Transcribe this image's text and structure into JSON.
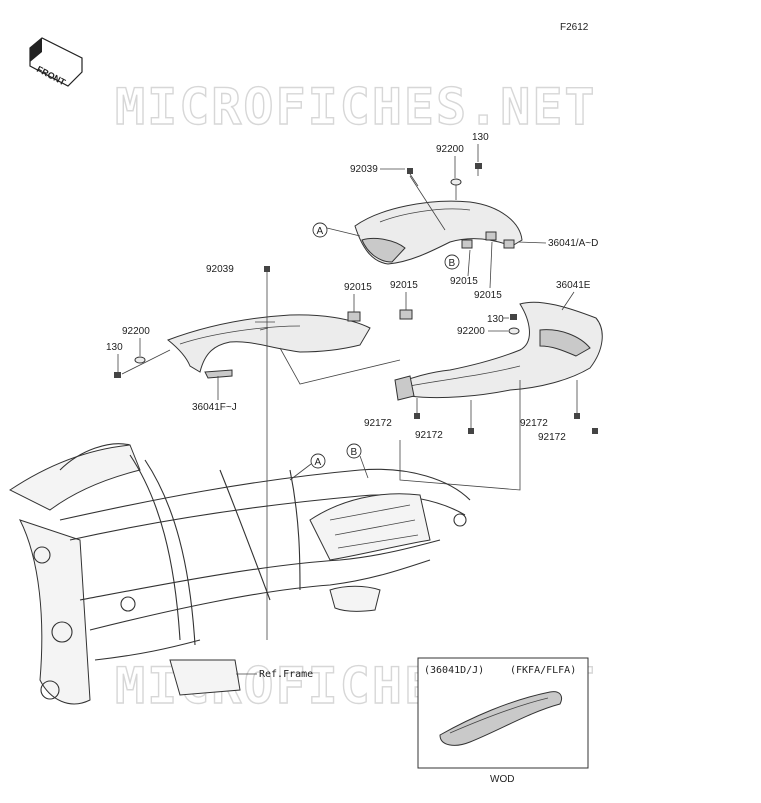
{
  "figure_code": "F2612",
  "front_indicator": "FRONT",
  "watermark": "MICROFICHES.NET",
  "callouts": {
    "A": "A",
    "B": "B"
  },
  "parts": {
    "p92039_top": "92039",
    "p92200_top": "92200",
    "p130_top": "130",
    "p36041_AD": "36041/A~D",
    "p92015_a": "92015",
    "p92015_b": "92015",
    "p92039_left": "92039",
    "p92015_c": "92015",
    "p92015_d": "92015",
    "p92200_left": "92200",
    "p130_left": "130",
    "p36041_FJ": "36041F~J",
    "p36041E": "36041E",
    "p130_right": "130",
    "p92200_right": "92200",
    "p92172_a": "92172",
    "p92172_b": "92172",
    "p92172_c": "92172",
    "p92172_d": "92172",
    "ref_frame": "Ref.Frame"
  },
  "inset": {
    "left_label": "(36041D/J)",
    "right_label": "(FKFA/FLFA)",
    "caption": "WOD"
  }
}
